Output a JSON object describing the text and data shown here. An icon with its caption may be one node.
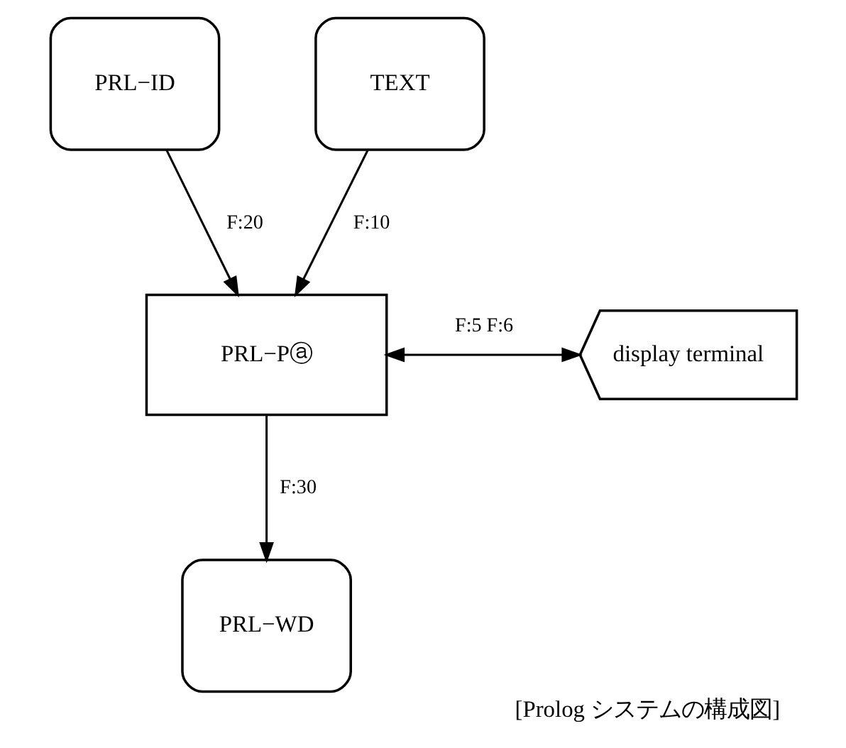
{
  "diagram": {
    "caption": "[Prolog システムの構成図]",
    "nodes": [
      {
        "text": [
          "PRL−ID"
        ]
      },
      {
        "text": [
          "TEXT"
        ]
      },
      {
        "text": [
          "PRL−Pⓐ"
        ]
      },
      {
        "text": [
          "display terminal"
        ]
      },
      {
        "text": [
          "PRL−WD"
        ]
      }
    ],
    "edges": [
      {
        "from": 0,
        "to": 2,
        "arrow": "to",
        "label": "F:20"
      },
      {
        "from": 1,
        "to": 2,
        "arrow": "to",
        "label": "F:10"
      },
      {
        "from": 2,
        "to": 3,
        "arrow": "both",
        "label": "F:5 F:6"
      },
      {
        "from": 2,
        "to": 4,
        "arrow": "to",
        "label": "F:30"
      }
    ]
  }
}
